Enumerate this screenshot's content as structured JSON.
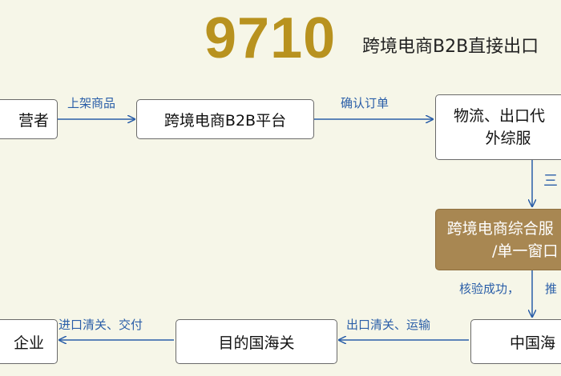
{
  "title": {
    "number": "9710",
    "subtitle": "跨境电商B2B直接出口"
  },
  "nodes": {
    "operator": "营者",
    "platform": "跨境电商B2B平台",
    "logistics_line1": "物流、出口代",
    "logistics_line2": "外综服",
    "single_window_line1": "跨境电商综合服",
    "single_window_line2": "/单一窗口",
    "china_customs": "中国海",
    "destination_customs": "目的国海关",
    "enterprise": "企业"
  },
  "edges": {
    "list_goods": "上架商品",
    "confirm_order": "确认订单",
    "vertical_top": "三",
    "verify_success": "核验成功，",
    "push": "推",
    "export_clearance": "出口清关、运输",
    "import_clearance": "进口清关、交付"
  },
  "colors": {
    "accent": "#b8921f",
    "arrow": "#2a5ea8",
    "highlight_box": "#a88752"
  }
}
